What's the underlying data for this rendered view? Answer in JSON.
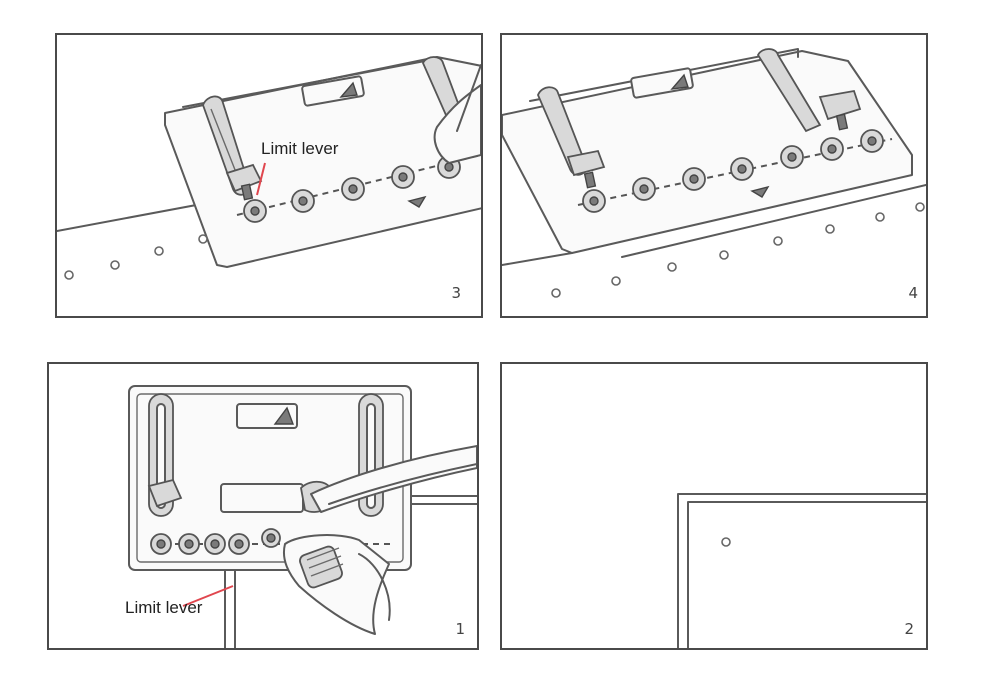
{
  "panels": [
    {
      "id": "step-3",
      "step": "3",
      "callout": "Limit lever"
    },
    {
      "id": "step-4",
      "step": "4"
    },
    {
      "id": "step-1",
      "step": "1",
      "callout": "Limit lever"
    },
    {
      "id": "step-2",
      "step": "2"
    }
  ],
  "colors": {
    "outline": "#4a4a4a",
    "callout_line": "#e0464e"
  }
}
